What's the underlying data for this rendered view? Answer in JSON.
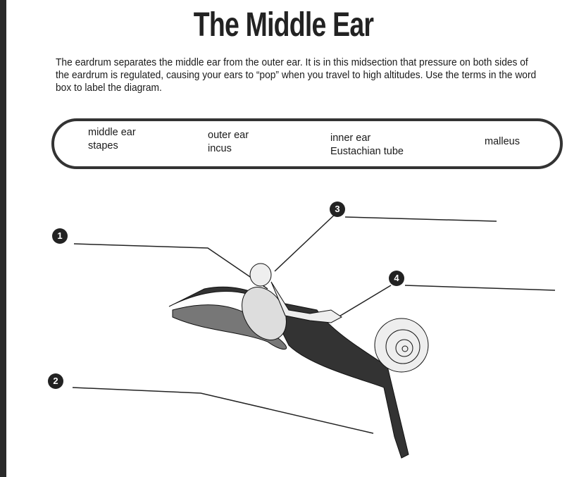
{
  "title": "The Middle Ear",
  "intro": "The eardrum separates the middle ear from the outer ear. It is in this midsection that pressure on both sides of the eardrum is regulated, causing your ears to “pop” when you travel to high altitudes. Use the terms in the word box to label the diagram.",
  "word_box": [
    "middle ear",
    "stapes",
    "outer ear",
    "incus",
    "inner ear",
    "Eustachian tube",
    "malleus"
  ],
  "labels": [
    "1",
    "2",
    "3",
    "4"
  ]
}
